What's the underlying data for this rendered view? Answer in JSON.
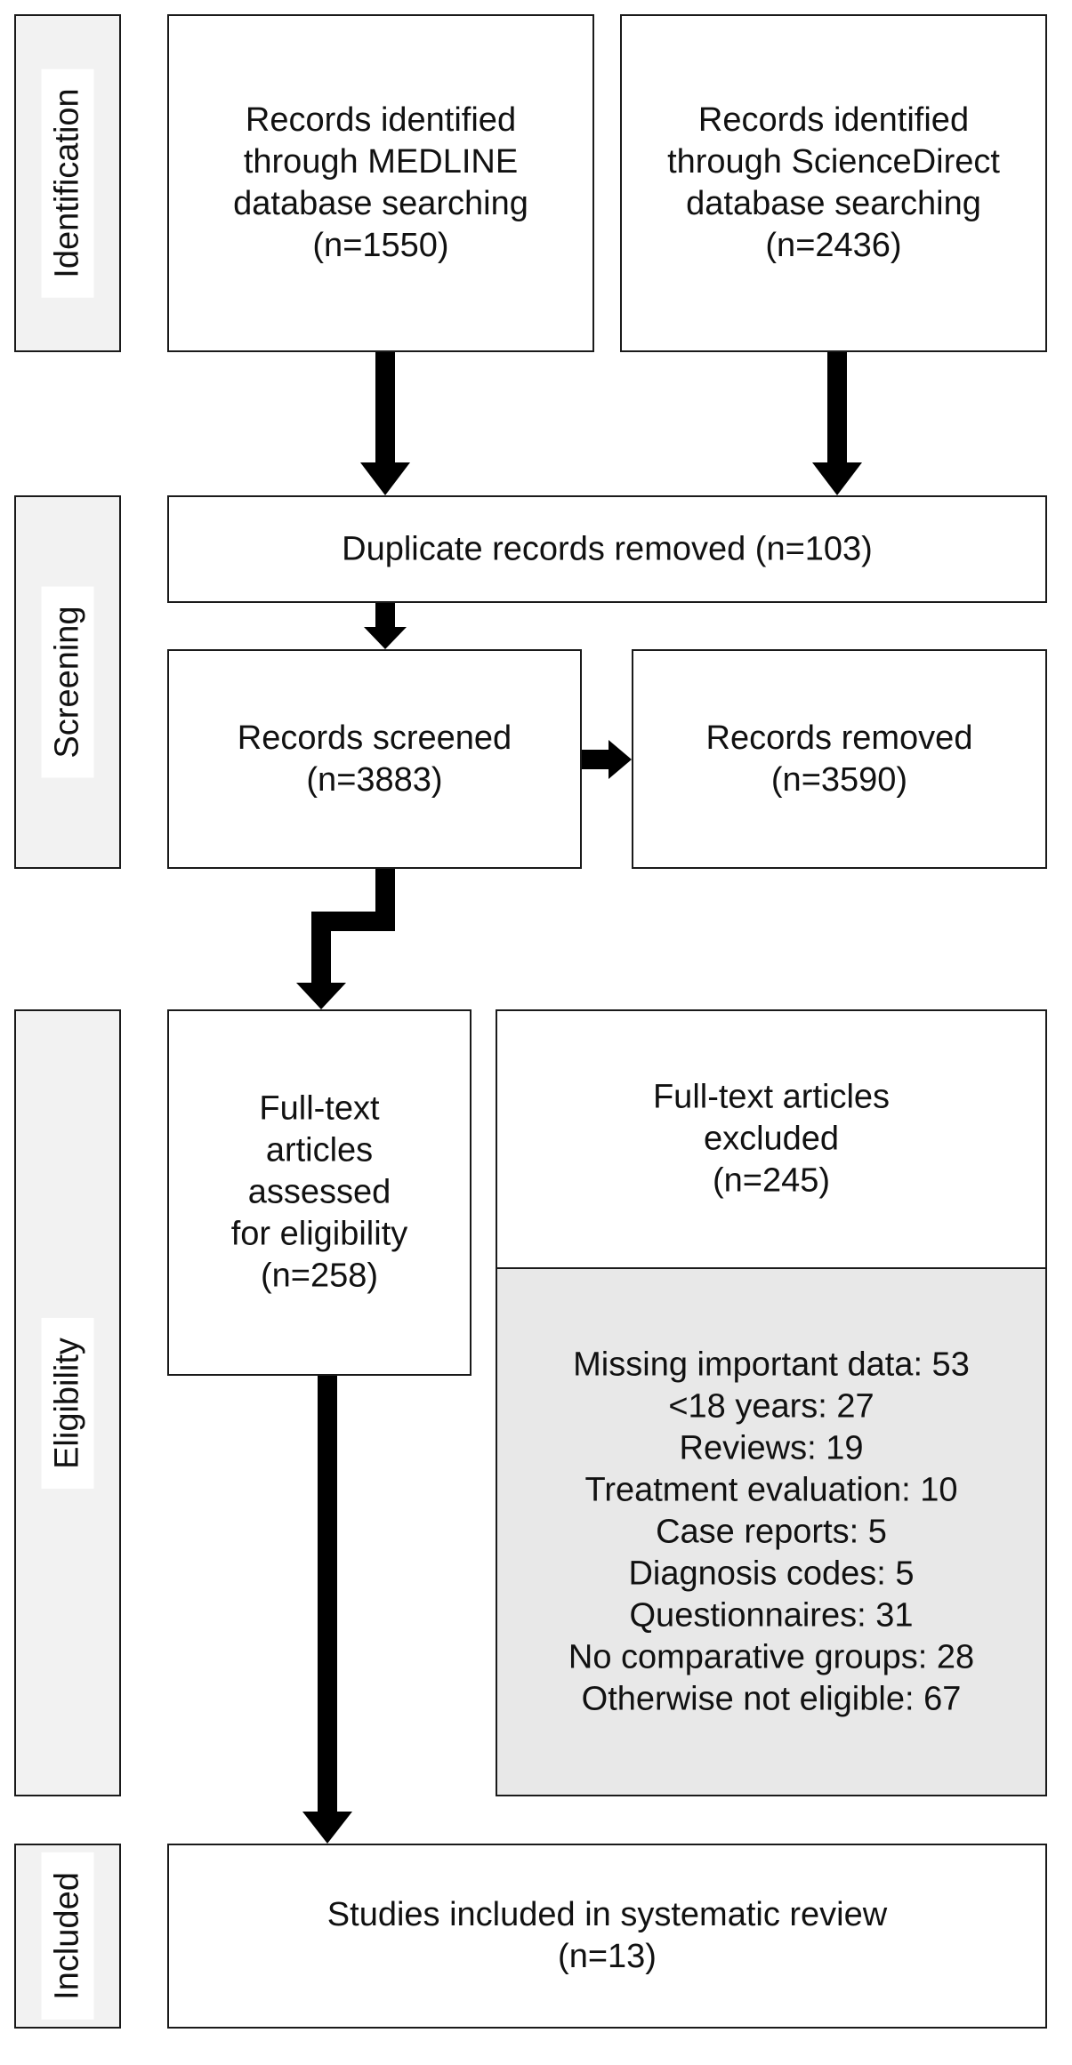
{
  "stages": {
    "identification": "Identification",
    "screening": "Screening",
    "eligibility": "Eligibility",
    "included": "Included"
  },
  "medline": {
    "line1": "Records identified",
    "line2": "through MEDLINE",
    "line3": "database searching",
    "count": "(n=1550)"
  },
  "sciencedirect": {
    "line1": "Records identified",
    "line2": "through ScienceDirect",
    "line3": "database searching",
    "count": "(n=2436)"
  },
  "duplicates": {
    "label": "Duplicate records removed (n=103)"
  },
  "screened": {
    "label": "Records screened",
    "count": "(n=3883)"
  },
  "removed": {
    "label": "Records removed",
    "count": "(n=3590)"
  },
  "fulltext_assessed": {
    "line1": "Full-text",
    "line2": "articles",
    "line3": "assessed",
    "line4": "for eligibility",
    "count": "(n=258)"
  },
  "fulltext_excluded": {
    "line1": "Full-text articles",
    "line2": "excluded",
    "count": "(n=245)"
  },
  "exclusion_reasons": [
    "Missing important data: 53",
    "<18 years: 27",
    "Reviews: 19",
    "Treatment evaluation: 10",
    "Case reports: 5",
    "Diagnosis codes: 5",
    "Questionnaires: 31",
    "No comparative groups: 28",
    "Otherwise not eligible: 67"
  ],
  "included": {
    "label": "Studies included in systematic review",
    "count": "(n=13)"
  }
}
